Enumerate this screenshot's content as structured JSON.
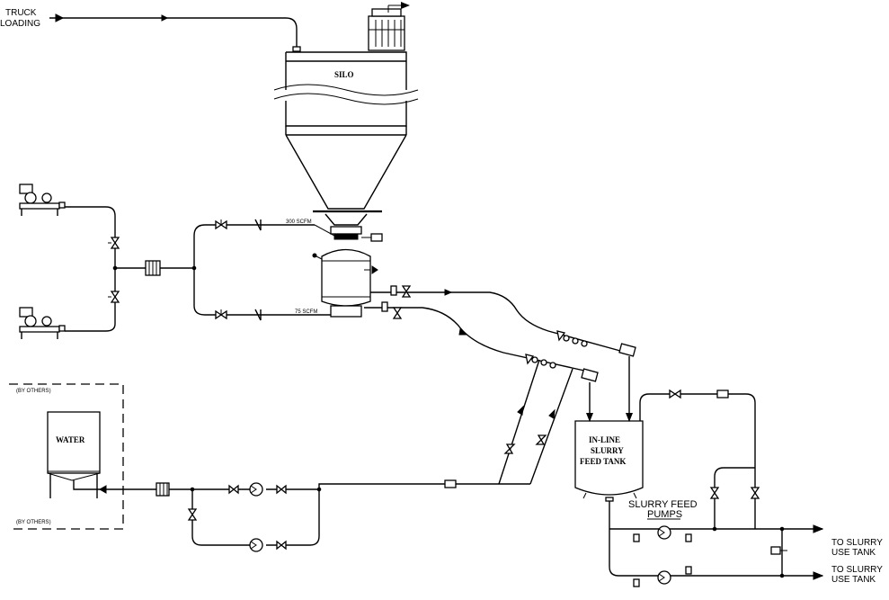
{
  "labels": {
    "truck_loading_line1": "TRUCK",
    "truck_loading_line2": "LOADING",
    "silo": "SILO",
    "flow_upper": "300 SCFM",
    "flow_lower": "75 SCFM",
    "by_others_top": "(BY OTHERS)",
    "by_others_bottom": "(BY OTHERS)",
    "water": "WATER",
    "feed_tank_line1": "IN-LINE",
    "feed_tank_line2": "SLURRY",
    "feed_tank_line3": "FEED TANK",
    "pumps_line1": "SLURRY FEED",
    "pumps_line2": "PUMPS",
    "dest_upper_line1": "TO SLURRY",
    "dest_upper_line2": "USE TANK",
    "dest_lower_line1": "TO SLURRY",
    "dest_lower_line2": "USE TANK"
  }
}
